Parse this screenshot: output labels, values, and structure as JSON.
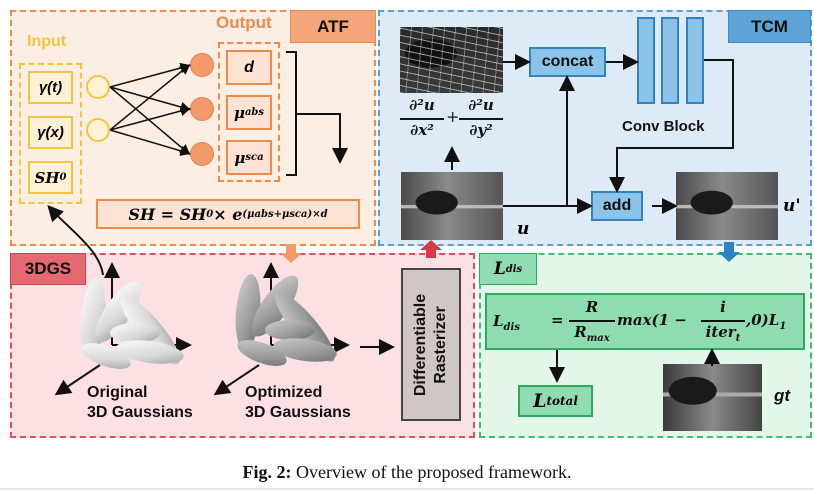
{
  "figure": {
    "caption_label": "Fig. 2:",
    "caption_text": " Overview of the proposed framework."
  },
  "atf": {
    "tag": "ATF",
    "input_label": "Input",
    "output_label": "Output",
    "inputs": [
      "γ(t)",
      "γ(x)",
      "SH"
    ],
    "inputs_sub": [
      "",
      "",
      "0"
    ],
    "outputs": [
      "d",
      "μ",
      "μ"
    ],
    "outputs_sub": [
      "",
      "abs",
      "sca"
    ],
    "formula_lhs": "SH = SH",
    "formula_lhs_sub": "0",
    "formula_times": " × e",
    "formula_exp": "(μabs+μsca)×d",
    "colors": {
      "panel_fill": "#fdeee4",
      "border": "#f08a4b",
      "tag_fill": "#f4a57a",
      "input": "#f5c542",
      "input_fill": "#fff1d6",
      "node": "#f4996a"
    }
  },
  "tcm": {
    "tag": "TCM",
    "concat_label": "concat",
    "conv_block_label": "Conv Block",
    "add_label": "add",
    "laplacian_num": "∂²u",
    "laplacian_den_x": "∂x²",
    "laplacian_den_y": "∂y²",
    "u_label": "u",
    "u_prime_label": "u'",
    "colors": {
      "panel_fill": "#deebf7",
      "border": "#5a9fd4",
      "tag_fill": "#5ea3d6",
      "block_fill": "#8ec3e8",
      "block_border": "#2f82c4"
    }
  },
  "gs3d": {
    "tag": "3DGS",
    "original_label_1": "Original",
    "original_label_2": "3D Gaussians",
    "optimized_label_1": "Optimized",
    "optimized_label_2": "3D Gaussians",
    "rasterizer_label_1": "Differentiable",
    "rasterizer_label_2": "Rasterizer",
    "colors": {
      "panel_fill": "#fde0e3",
      "border": "#e0505a",
      "tag_fill": "#e46a72",
      "rasterizer_fill": "#cfc6c6"
    }
  },
  "ldis": {
    "tag": "L",
    "tag_sub": "dis",
    "formula_lhs": "L",
    "formula_lhs_sub": "dis",
    "frac1_num": "R",
    "frac1_den": "R",
    "frac1_den_sub": "max",
    "max_text": "max(1 −",
    "frac2_num": "i",
    "frac2_den": "iter",
    "frac2_den_sub": "t",
    "tail": ",0)L",
    "tail_sub": "1",
    "total": "L",
    "total_sub": "total",
    "gt_label": "gt",
    "colors": {
      "panel_fill": "#e3f6ea",
      "border": "#3fbf73",
      "box_fill": "#8fdcb0",
      "box_border": "#2fa95e"
    }
  }
}
